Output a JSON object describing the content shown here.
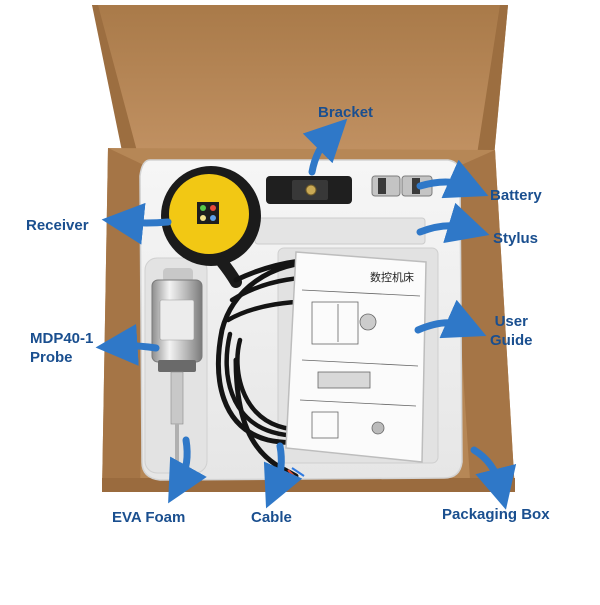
{
  "labels": {
    "bracket": "Bracket",
    "battery": "Battery",
    "receiver": "Receiver",
    "stylus": "Stylus",
    "probe_line1": "MDP40-1",
    "probe_line2": "Probe",
    "guide_line1": "User",
    "guide_line2": "Guide",
    "eva_foam": "EVA Foam",
    "cable": "Cable",
    "packaging_box": "Packaging Box"
  },
  "guide_title": "数控机床",
  "colors": {
    "label_text": "#1a4f8f",
    "arrow": "#2f78c8",
    "cardboard": "#b68756",
    "foam": "#f0f0f0",
    "receiver_face": "#f2c814"
  }
}
